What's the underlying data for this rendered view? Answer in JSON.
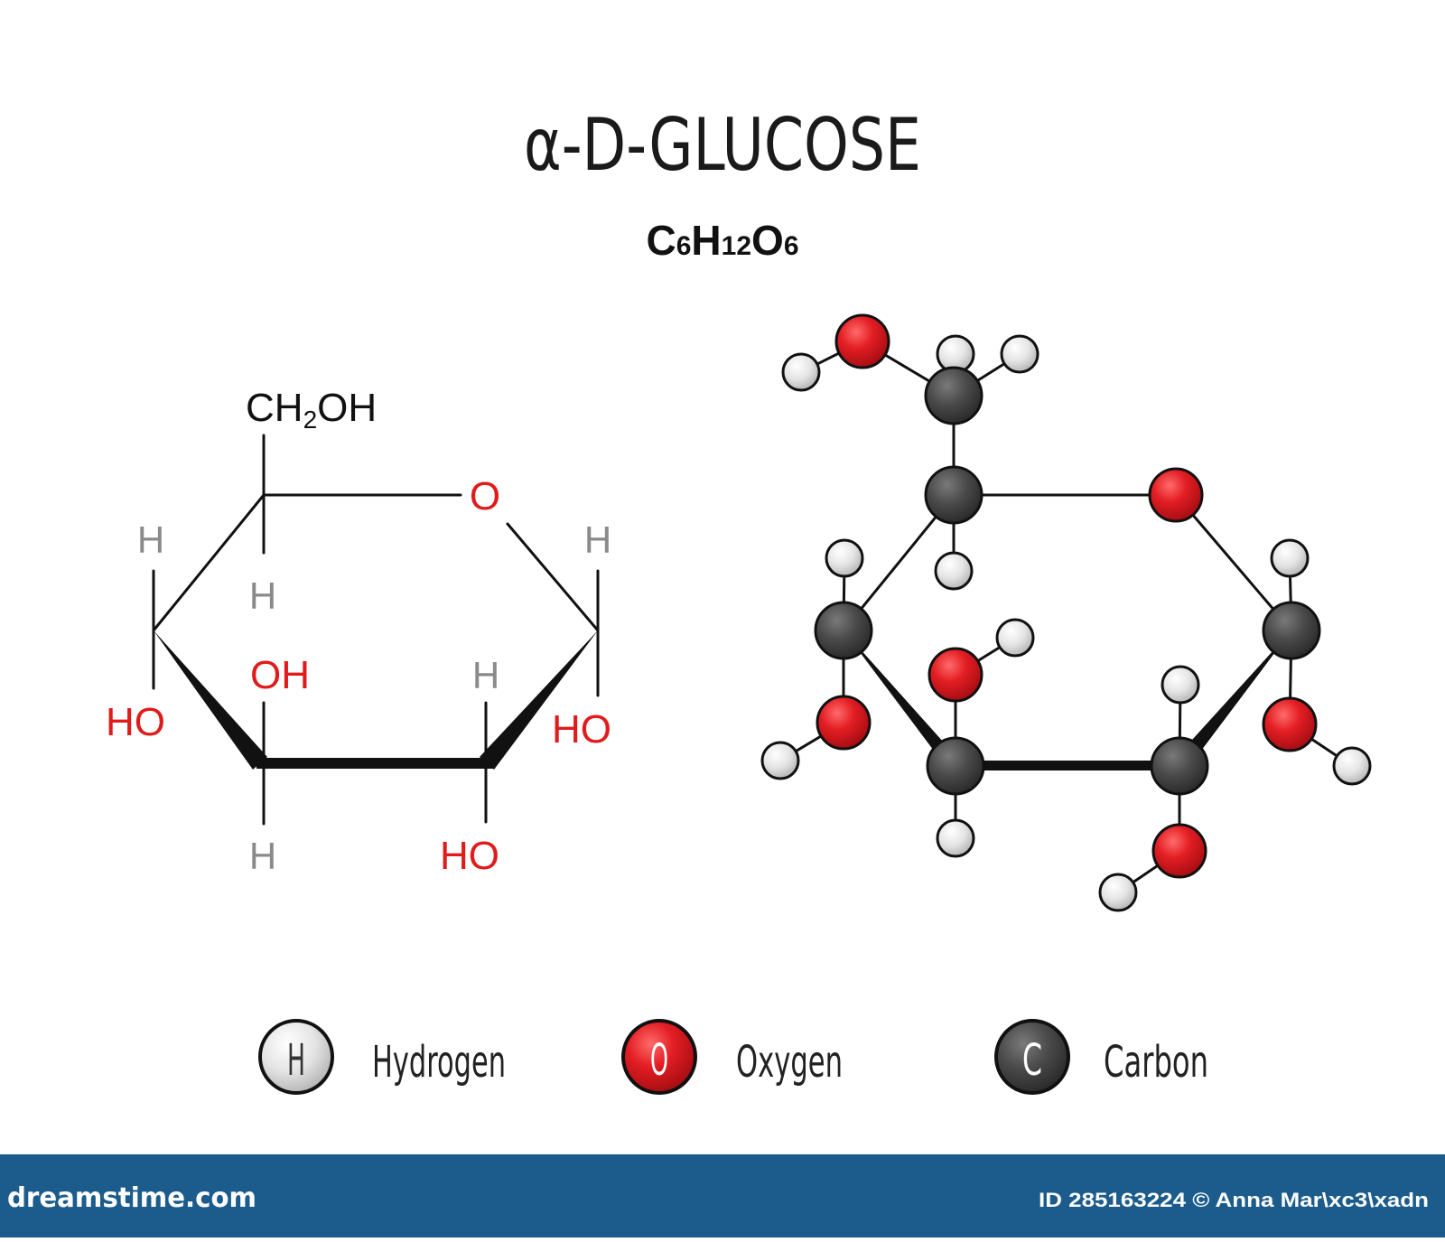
{
  "title": "α-D-GLUCOSE",
  "formula": {
    "parts": [
      {
        "text": "C",
        "sub": false
      },
      {
        "text": "6",
        "sub": true
      },
      {
        "text": "H",
        "sub": false
      },
      {
        "text": "12",
        "sub": true
      },
      {
        "text": "O",
        "sub": false
      },
      {
        "text": "6",
        "sub": true
      }
    ]
  },
  "haworth": {
    "ch2oh_main": "CH",
    "ch2oh_sub": "2",
    "ch2oh_tail": "OH",
    "ring_oxygen": "O",
    "hydrogen": "H",
    "oh": "OH",
    "ho": "HO"
  },
  "legend": {
    "items": [
      {
        "symbol": "H",
        "label": "Hydrogen"
      },
      {
        "symbol": "O",
        "label": "Oxygen"
      },
      {
        "symbol": "C",
        "label": "Carbon"
      }
    ]
  },
  "colors": {
    "oxygen_text": "#e01b1b",
    "hydrogen_text": "#8a8a8a",
    "oxygen_atom": "#e31e24",
    "carbon_atom": "#4a4a4a",
    "hydrogen_atom": "#d9d9d9",
    "footer": "#1b5c8c"
  },
  "footer": {
    "brand": "dreamstime.com",
    "credit": "ID 285163224 © Anna Mar\\xc3\\xadn"
  }
}
